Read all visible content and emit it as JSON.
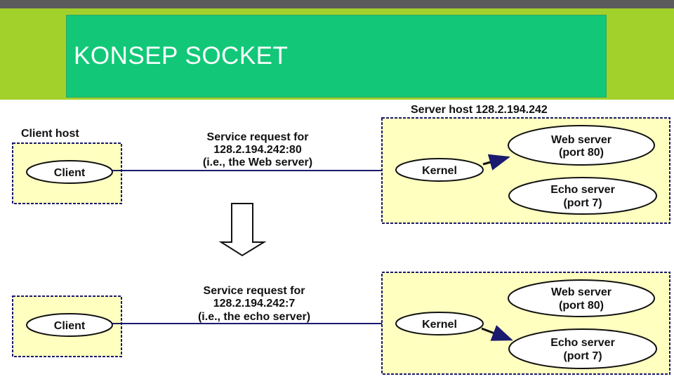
{
  "slide": {
    "title": "KONSEP SOCKET"
  },
  "diagram": {
    "server_host_label": "Server host 128.2.194.242",
    "client_host_label": "Client host",
    "scenarios": [
      {
        "client": "Client",
        "request_line1": "Service request for",
        "request_line2": "128.2.194.242:80",
        "request_line3": "(i.e., the Web server)",
        "kernel": "Kernel",
        "web_server_line1": "Web server",
        "web_server_line2": "(port 80)",
        "echo_server_line1": "Echo server",
        "echo_server_line2": "(port 7)"
      },
      {
        "client": "Client",
        "request_line1": "Service request for",
        "request_line2": "128.2.194.242:7",
        "request_line3": "(i.e., the echo server)",
        "kernel": "Kernel",
        "web_server_line1": "Web server",
        "web_server_line2": "(port 80)",
        "echo_server_line1": "Echo server",
        "echo_server_line2": "(port 7)"
      }
    ],
    "colors": {
      "box_fill": "#ffffc0",
      "box_border": "#1a1a6e",
      "arrow": "#1a1a6e",
      "title_bg": "#12c878",
      "accent": "#a3d12c"
    }
  }
}
